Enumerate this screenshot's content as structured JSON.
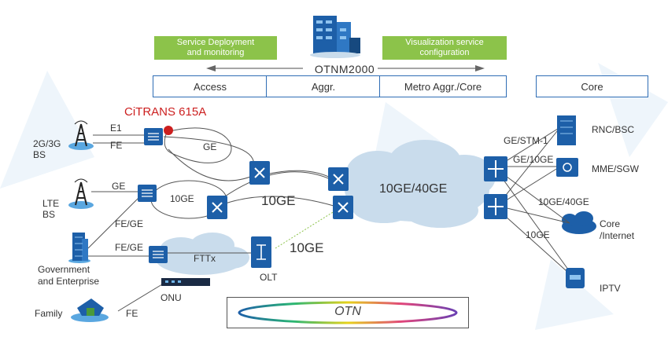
{
  "header": {
    "left_banner": "Service Deployment\nand monitoring",
    "right_banner": "Visualization service\nconfiguration",
    "center_title": "OTNM2000"
  },
  "categories": [
    "Access",
    "Aggr.",
    "Metro Aggr./Core",
    "Core"
  ],
  "product_label": "CiTRANS 615A",
  "left_sites": [
    {
      "label": "2G/3G\nBS"
    },
    {
      "label": "LTE\nBS"
    },
    {
      "label": "Government\nand Enterprise"
    },
    {
      "label": "Family"
    }
  ],
  "links": {
    "e1": "E1",
    "fe_top": "FE",
    "ge_lte": "GE",
    "fe_ge_1": "FE/GE",
    "fe_ge_2": "FE/GE",
    "ge_ring": "GE",
    "tenge_ring": "10GE",
    "tenge_main": "10GE",
    "tenge_olt": "10GE",
    "onu": "ONU",
    "fe_family": "FE",
    "olt": "OLT",
    "fttx": "FTTx"
  },
  "cloud_main": "10GE/40GE",
  "core_links": {
    "ge_stm": "GE/STM-1",
    "ge_10ge": "GE/10GE",
    "tenge_40ge": "10GE/40GE",
    "tenge": "10GE"
  },
  "core_nodes": [
    {
      "label": "RNC/BSC"
    },
    {
      "label": "MME/SGW"
    },
    {
      "label": "Core\n/Internet"
    },
    {
      "label": "IPTV"
    }
  ],
  "otn_label": "OTN",
  "colors": {
    "accent_blue": "#2f6db5",
    "green": "#8cc34a",
    "red": "#cc1f1f",
    "cloud": "#c9dcec"
  }
}
